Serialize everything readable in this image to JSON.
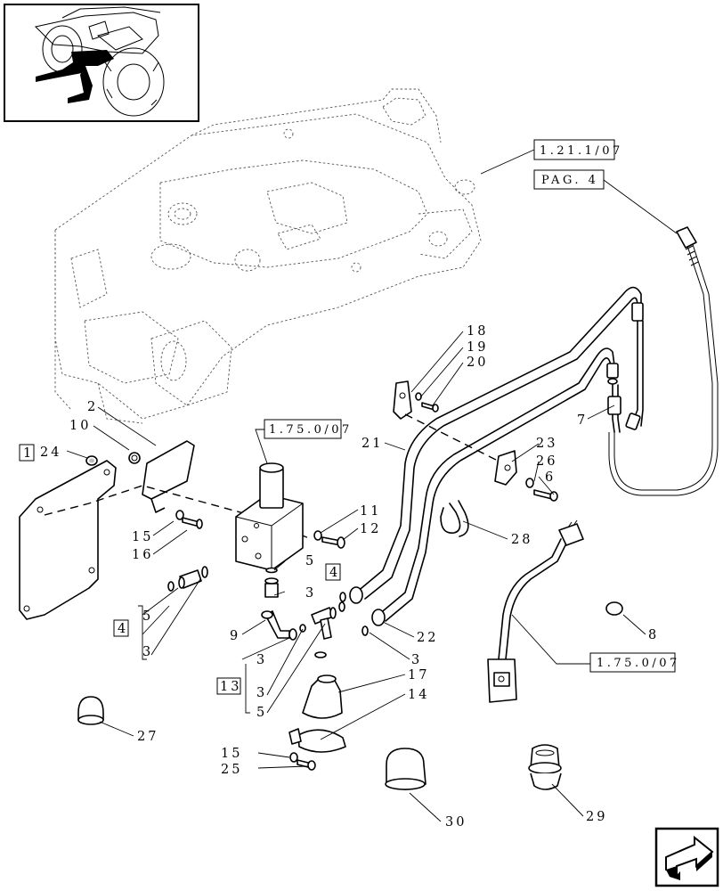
{
  "title": "",
  "references": {
    "ref_1": "1.21.1/07",
    "ref_2": "PAG. 4",
    "ref_3": "1.75.0/07",
    "ref_4": "1.75.0/07"
  },
  "kits": {
    "kit_1": "1",
    "kit_4_left": "4",
    "kit_4_right": "4",
    "kit_13": "13"
  },
  "labels": {
    "p2": "2",
    "p10": "10",
    "p24": "24",
    "p15a": "15",
    "p16": "16",
    "p11": "11",
    "p12": "12",
    "p5a": "5",
    "p3a": "3",
    "p5b": "5",
    "p3b": "3",
    "p9": "9",
    "p3c": "3",
    "p3d": "3",
    "p5c": "5",
    "p17": "17",
    "p14": "14",
    "p15b": "15",
    "p25": "25",
    "p18": "18",
    "p19": "19",
    "p20": "20",
    "p21": "21",
    "p23": "23",
    "p26": "26",
    "p6": "6",
    "p7": "7",
    "p22": "22",
    "p3e": "3",
    "p28": "28",
    "p8": "8",
    "p27": "27",
    "p30": "30",
    "p29": "29"
  }
}
